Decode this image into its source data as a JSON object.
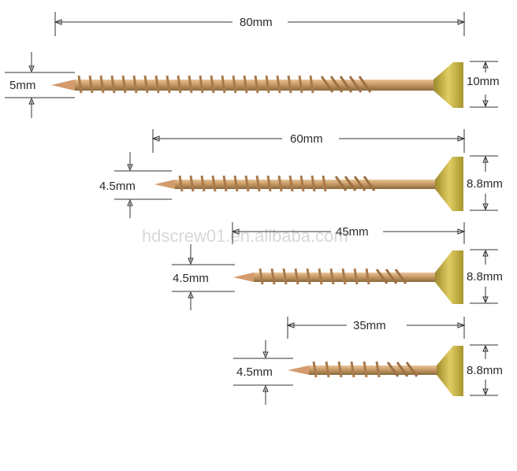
{
  "watermark": "hdscrew01.en.alibaba.com",
  "screws": [
    {
      "length": "80mm",
      "diameter": "5mm",
      "head": "10mm"
    },
    {
      "length": "60mm",
      "diameter": "4.5mm",
      "head": "8.8mm"
    },
    {
      "length": "45mm",
      "diameter": "4.5mm",
      "head": "8.8mm"
    },
    {
      "length": "35mm",
      "diameter": "4.5mm",
      "head": "8.8mm"
    }
  ],
  "colors": {
    "head": "#c9b447",
    "shank": "#c8a070",
    "thread": "#b88860",
    "dimension_line": "#333333"
  }
}
